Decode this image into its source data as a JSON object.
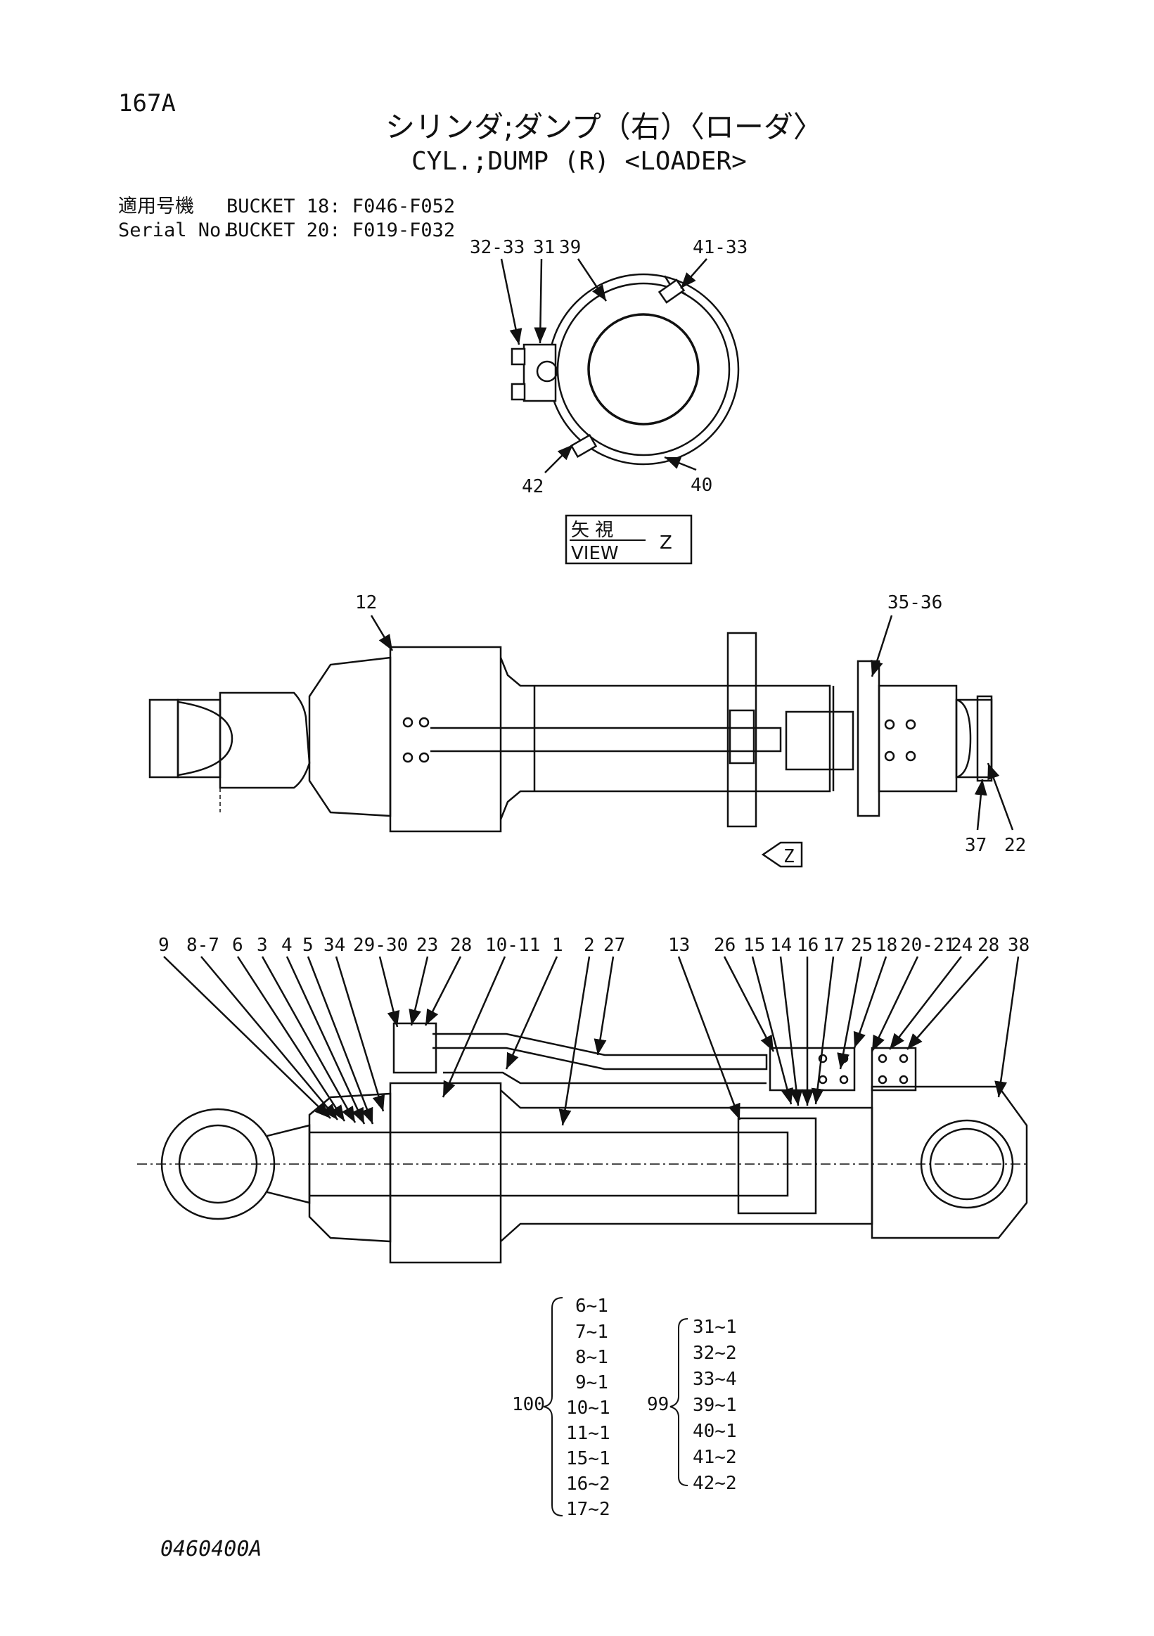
{
  "header": {
    "page_code": "167A",
    "title_jp": "シリンダ;ダンプ（右）〈ローダ〉",
    "title_en": "CYL.;DUMP (R) <LOADER>",
    "serial_label_jp": "適用号機",
    "serial_label_en": "Serial No.",
    "serial_ranges": [
      "BUCKET 18: F046-F052",
      "BUCKET 20: F019-F032"
    ]
  },
  "view_z": {
    "label_jp": "矢 視",
    "label_en": "VIEW",
    "letter": "Z",
    "arrow_letter": "Z",
    "callouts": [
      "32-33",
      "31",
      "39",
      "41-33",
      "42",
      "40"
    ]
  },
  "external_view": {
    "callouts": [
      "12",
      "35-36",
      "37",
      "22"
    ]
  },
  "section_view": {
    "callouts": [
      "9",
      "8-7",
      "6",
      "3",
      "4",
      "5",
      "34",
      "29-30",
      "23",
      "28",
      "10-11",
      "1",
      "2",
      "27",
      "13",
      "26",
      "15",
      "14",
      "16",
      "17",
      "25",
      "18",
      "20-21",
      "24",
      "28",
      "38"
    ]
  },
  "kits": [
    {
      "id": "100",
      "items": [
        "6~1",
        "7~1",
        "8~1",
        "9~1",
        "10~1",
        "11~1",
        "15~1",
        "16~2",
        "17~2"
      ]
    },
    {
      "id": "99",
      "items": [
        "31~1",
        "32~2",
        "33~4",
        "39~1",
        "40~1",
        "41~2",
        "42~2"
      ]
    }
  ],
  "footer": {
    "doc_code": "0460400A"
  }
}
